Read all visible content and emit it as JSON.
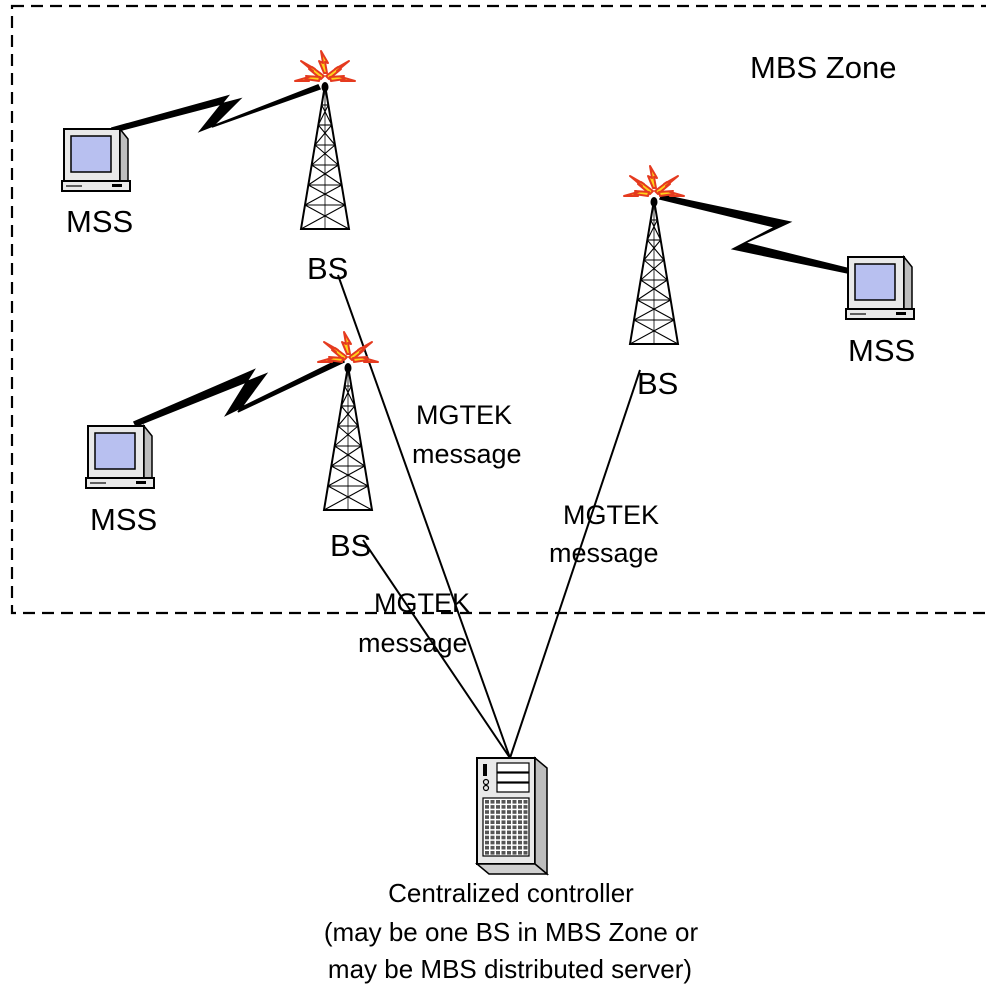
{
  "zone": {
    "label": "MBS Zone"
  },
  "nodes": {
    "bs_top": "BS",
    "bs_middle": "BS",
    "bs_right": "BS",
    "mss_top_left": "MSS",
    "mss_bottom_left": "MSS",
    "mss_right": "MSS"
  },
  "messages": {
    "top_line1": "MGTEK",
    "top_line2": "message",
    "right_line1": "MGTEK",
    "right_line2": "message",
    "middle_line1": "MGTEK",
    "middle_line2": "message"
  },
  "controller": {
    "line1": "Centralized controller",
    "line2": "(may be one BS in MBS Zone or",
    "line3": "may be MBS distributed server)"
  },
  "colors": {
    "line": "#000000",
    "monitor_screen": "#b8c0f0",
    "device_body": "#e9e9e9",
    "spark_red": "#e53a1f",
    "spark_yellow": "#ffd21a"
  },
  "icons": {
    "tower": "radio-tower-icon",
    "computer": "desktop-computer-icon",
    "server": "server-tower-icon",
    "link": "wireless-link-icon"
  }
}
